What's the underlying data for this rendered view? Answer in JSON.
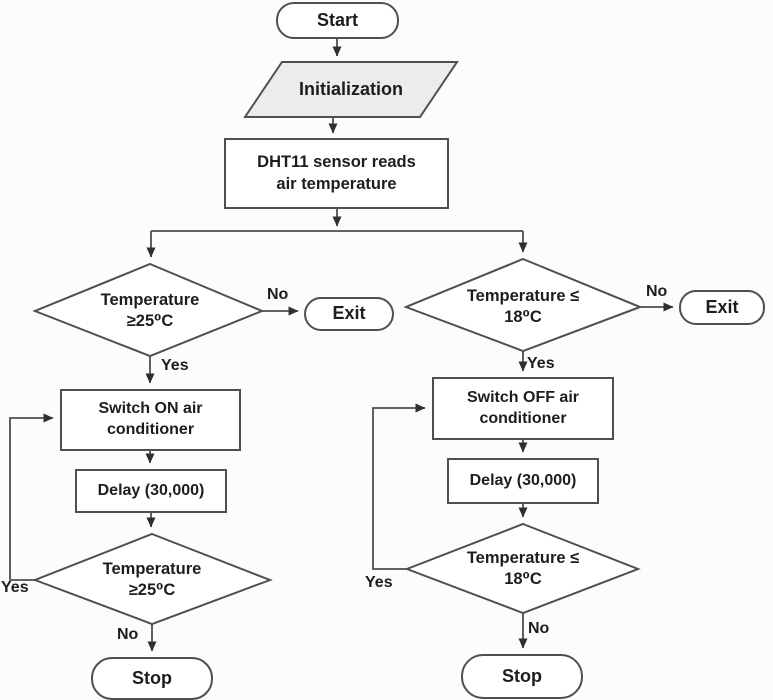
{
  "diagram": {
    "type": "flowchart",
    "topic": "DHT11 temperature-based air conditioner control",
    "colors": {
      "background": "#fcfcfc",
      "shape_fill": "#ffffff",
      "parallelogram_fill": "#ececec",
      "line": "#4f4f4f",
      "text": "#1d1d1d"
    }
  },
  "nodes": {
    "start": {
      "label": "Start"
    },
    "init": {
      "label": "Initialization"
    },
    "read": {
      "line1": "DHT11 sensor reads",
      "line2": "air temperature"
    },
    "decision_hot_top": {
      "line1": "Temperature",
      "line2": "≥25⁰C"
    },
    "exit_left": {
      "label": "Exit"
    },
    "decision_cold_top": {
      "line1": "Temperature ≤",
      "line2": "18⁰C"
    },
    "exit_right": {
      "label": "Exit"
    },
    "switch_on": {
      "line1": "Switch ON air",
      "line2": "conditioner"
    },
    "delay_left": {
      "label": "Delay (30,000)"
    },
    "decision_hot_bottom": {
      "line1": "Temperature",
      "line2": "≥25⁰C"
    },
    "stop_left": {
      "label": "Stop"
    },
    "switch_off": {
      "line1": "Switch OFF air",
      "line2": "conditioner"
    },
    "delay_right": {
      "label": "Delay (30,000)"
    },
    "decision_cold_bottom": {
      "line1": "Temperature ≤",
      "line2": "18⁰C"
    },
    "stop_right": {
      "label": "Stop"
    }
  },
  "edge_labels": {
    "no_top_left": "No",
    "yes_top_left": "Yes",
    "no_top_right": "No",
    "yes_top_right": "Yes",
    "yes_loop_left": "Yes",
    "no_bottom_left": "No",
    "yes_loop_right": "Yes",
    "no_bottom_right": "No"
  }
}
